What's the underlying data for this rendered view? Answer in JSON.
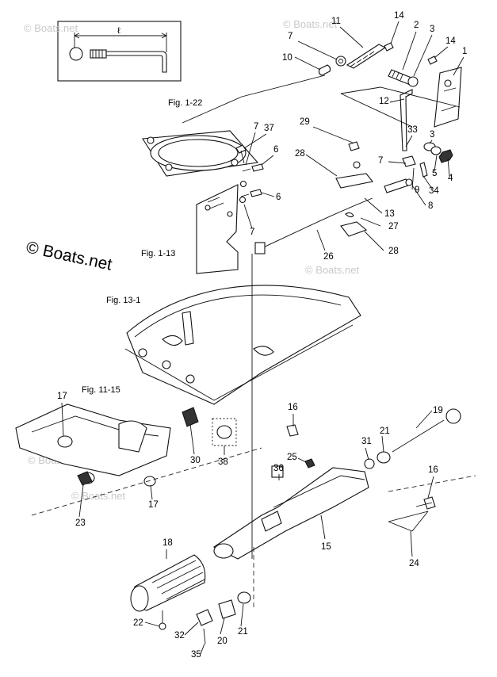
{
  "diagram": {
    "figure_refs": [
      "Fig. 1-22",
      "Fig. 1-13",
      "Fig. 13-1",
      "Fig. 11-15"
    ],
    "inset_dimension_label": "ℓ",
    "watermark_main": "© Boats.net",
    "watermark_faint": "© Boats.net",
    "callouts": [
      {
        "label": "1"
      },
      {
        "label": "2"
      },
      {
        "label": "3"
      },
      {
        "label": "3"
      },
      {
        "label": "4"
      },
      {
        "label": "5"
      },
      {
        "label": "6"
      },
      {
        "label": "6"
      },
      {
        "label": "7"
      },
      {
        "label": "7"
      },
      {
        "label": "7"
      },
      {
        "label": "7"
      },
      {
        "label": "8"
      },
      {
        "label": "9"
      },
      {
        "label": "10"
      },
      {
        "label": "11"
      },
      {
        "label": "12"
      },
      {
        "label": "13"
      },
      {
        "label": "14"
      },
      {
        "label": "14"
      },
      {
        "label": "15"
      },
      {
        "label": "16"
      },
      {
        "label": "16"
      },
      {
        "label": "17"
      },
      {
        "label": "17"
      },
      {
        "label": "18"
      },
      {
        "label": "19"
      },
      {
        "label": "20"
      },
      {
        "label": "21"
      },
      {
        "label": "21"
      },
      {
        "label": "22"
      },
      {
        "label": "23"
      },
      {
        "label": "24"
      },
      {
        "label": "25"
      },
      {
        "label": "26"
      },
      {
        "label": "27"
      },
      {
        "label": "28"
      },
      {
        "label": "28"
      },
      {
        "label": "29"
      },
      {
        "label": "30"
      },
      {
        "label": "31"
      },
      {
        "label": "32"
      },
      {
        "label": "33"
      },
      {
        "label": "34"
      },
      {
        "label": "35"
      },
      {
        "label": "36"
      },
      {
        "label": "37"
      },
      {
        "label": "38"
      }
    ]
  }
}
